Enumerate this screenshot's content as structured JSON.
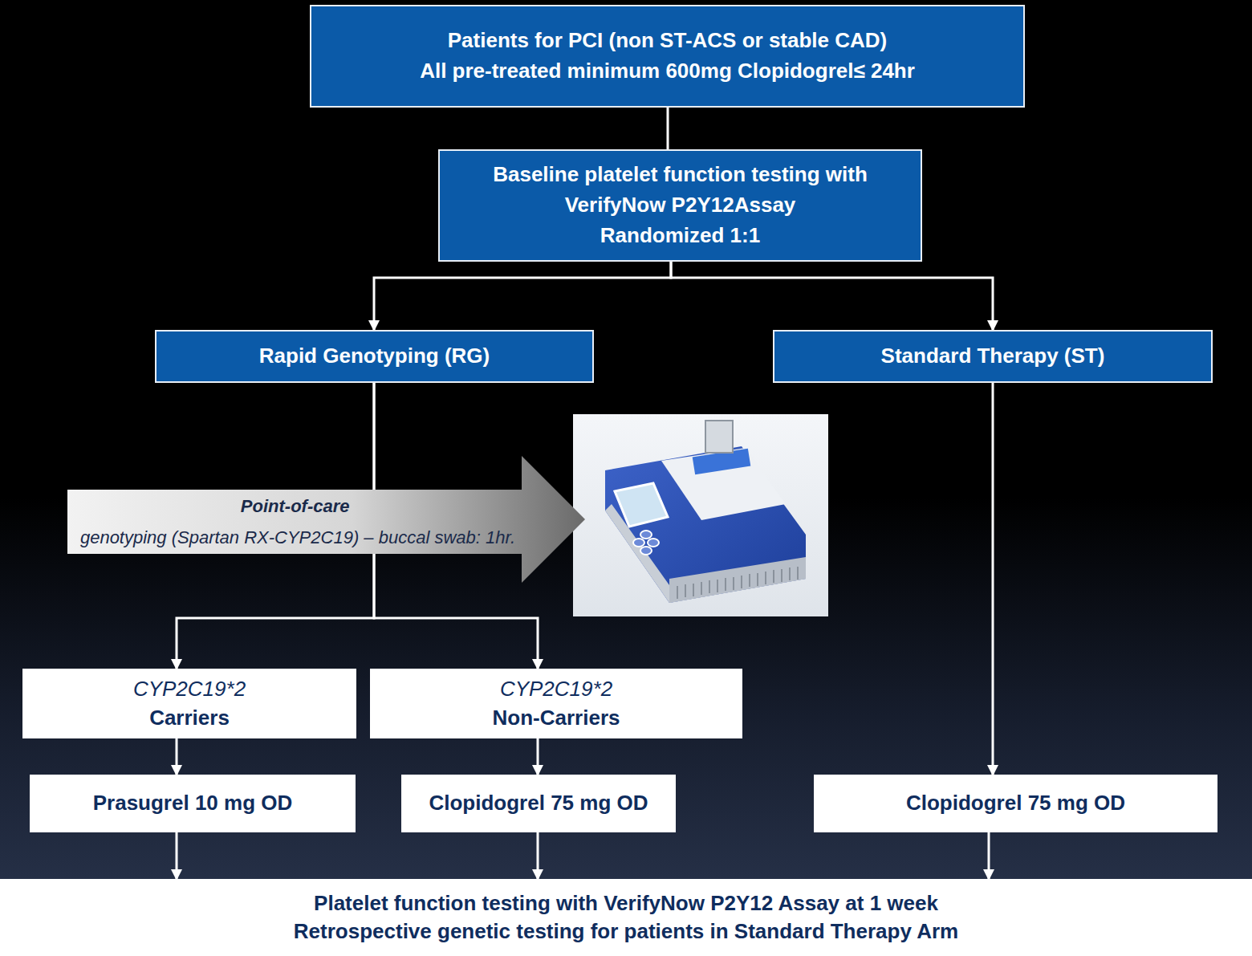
{
  "diagram": {
    "nodes": [
      {
        "text": [
          "Patients for PCI (non ST-ACS or stable CAD)",
          "All pre-treated minimum 600mg Clopidogrel≤ 24hr"
        ]
      },
      {
        "text": [
          "Baseline platelet function testing with VerifyNow P2Y12Assay",
          "Randomized 1:1"
        ]
      },
      {
        "text": [
          "Rapid Genotyping (RG)"
        ]
      },
      {
        "text": [
          "Standard Therapy (ST)"
        ]
      },
      {
        "text": [
          "Point-of-care",
          "genotyping (Spartan RX-CYP2C19) – buccal swab: 1hr."
        ]
      },
      {
        "text": [
          "CYP2C19*2",
          "Carriers"
        ]
      },
      {
        "text": [
          "CYP2C19*2",
          "Non-Carriers"
        ]
      },
      {
        "text": [
          "Prasugrel 10 mg OD"
        ]
      },
      {
        "text": [
          "Clopidogrel 75 mg OD"
        ]
      },
      {
        "text": [
          "Clopidogrel 75 mg OD"
        ]
      },
      {
        "text": [
          "Platelet function testing with VerifyNow P2Y12 Assay at 1 week",
          "Retrospective genetic testing for patients in Standard Therapy Arm"
        ]
      }
    ],
    "edges": [
      {
        "from": 0,
        "to": 1,
        "arrow": "none"
      },
      {
        "from": 1,
        "to": 2,
        "arrow": "to"
      },
      {
        "from": 1,
        "to": 3,
        "arrow": "to"
      },
      {
        "from": 2,
        "to": 5,
        "arrow": "to"
      },
      {
        "from": 2,
        "to": 6,
        "arrow": "to"
      },
      {
        "from": 3,
        "to": 9,
        "arrow": "to"
      },
      {
        "from": 5,
        "to": 7,
        "arrow": "to"
      },
      {
        "from": 6,
        "to": 8,
        "arrow": "to"
      },
      {
        "from": 7,
        "to": 10,
        "arrow": "to"
      },
      {
        "from": 8,
        "to": 10,
        "arrow": "to"
      },
      {
        "from": 9,
        "to": 10,
        "arrow": "to"
      }
    ]
  }
}
